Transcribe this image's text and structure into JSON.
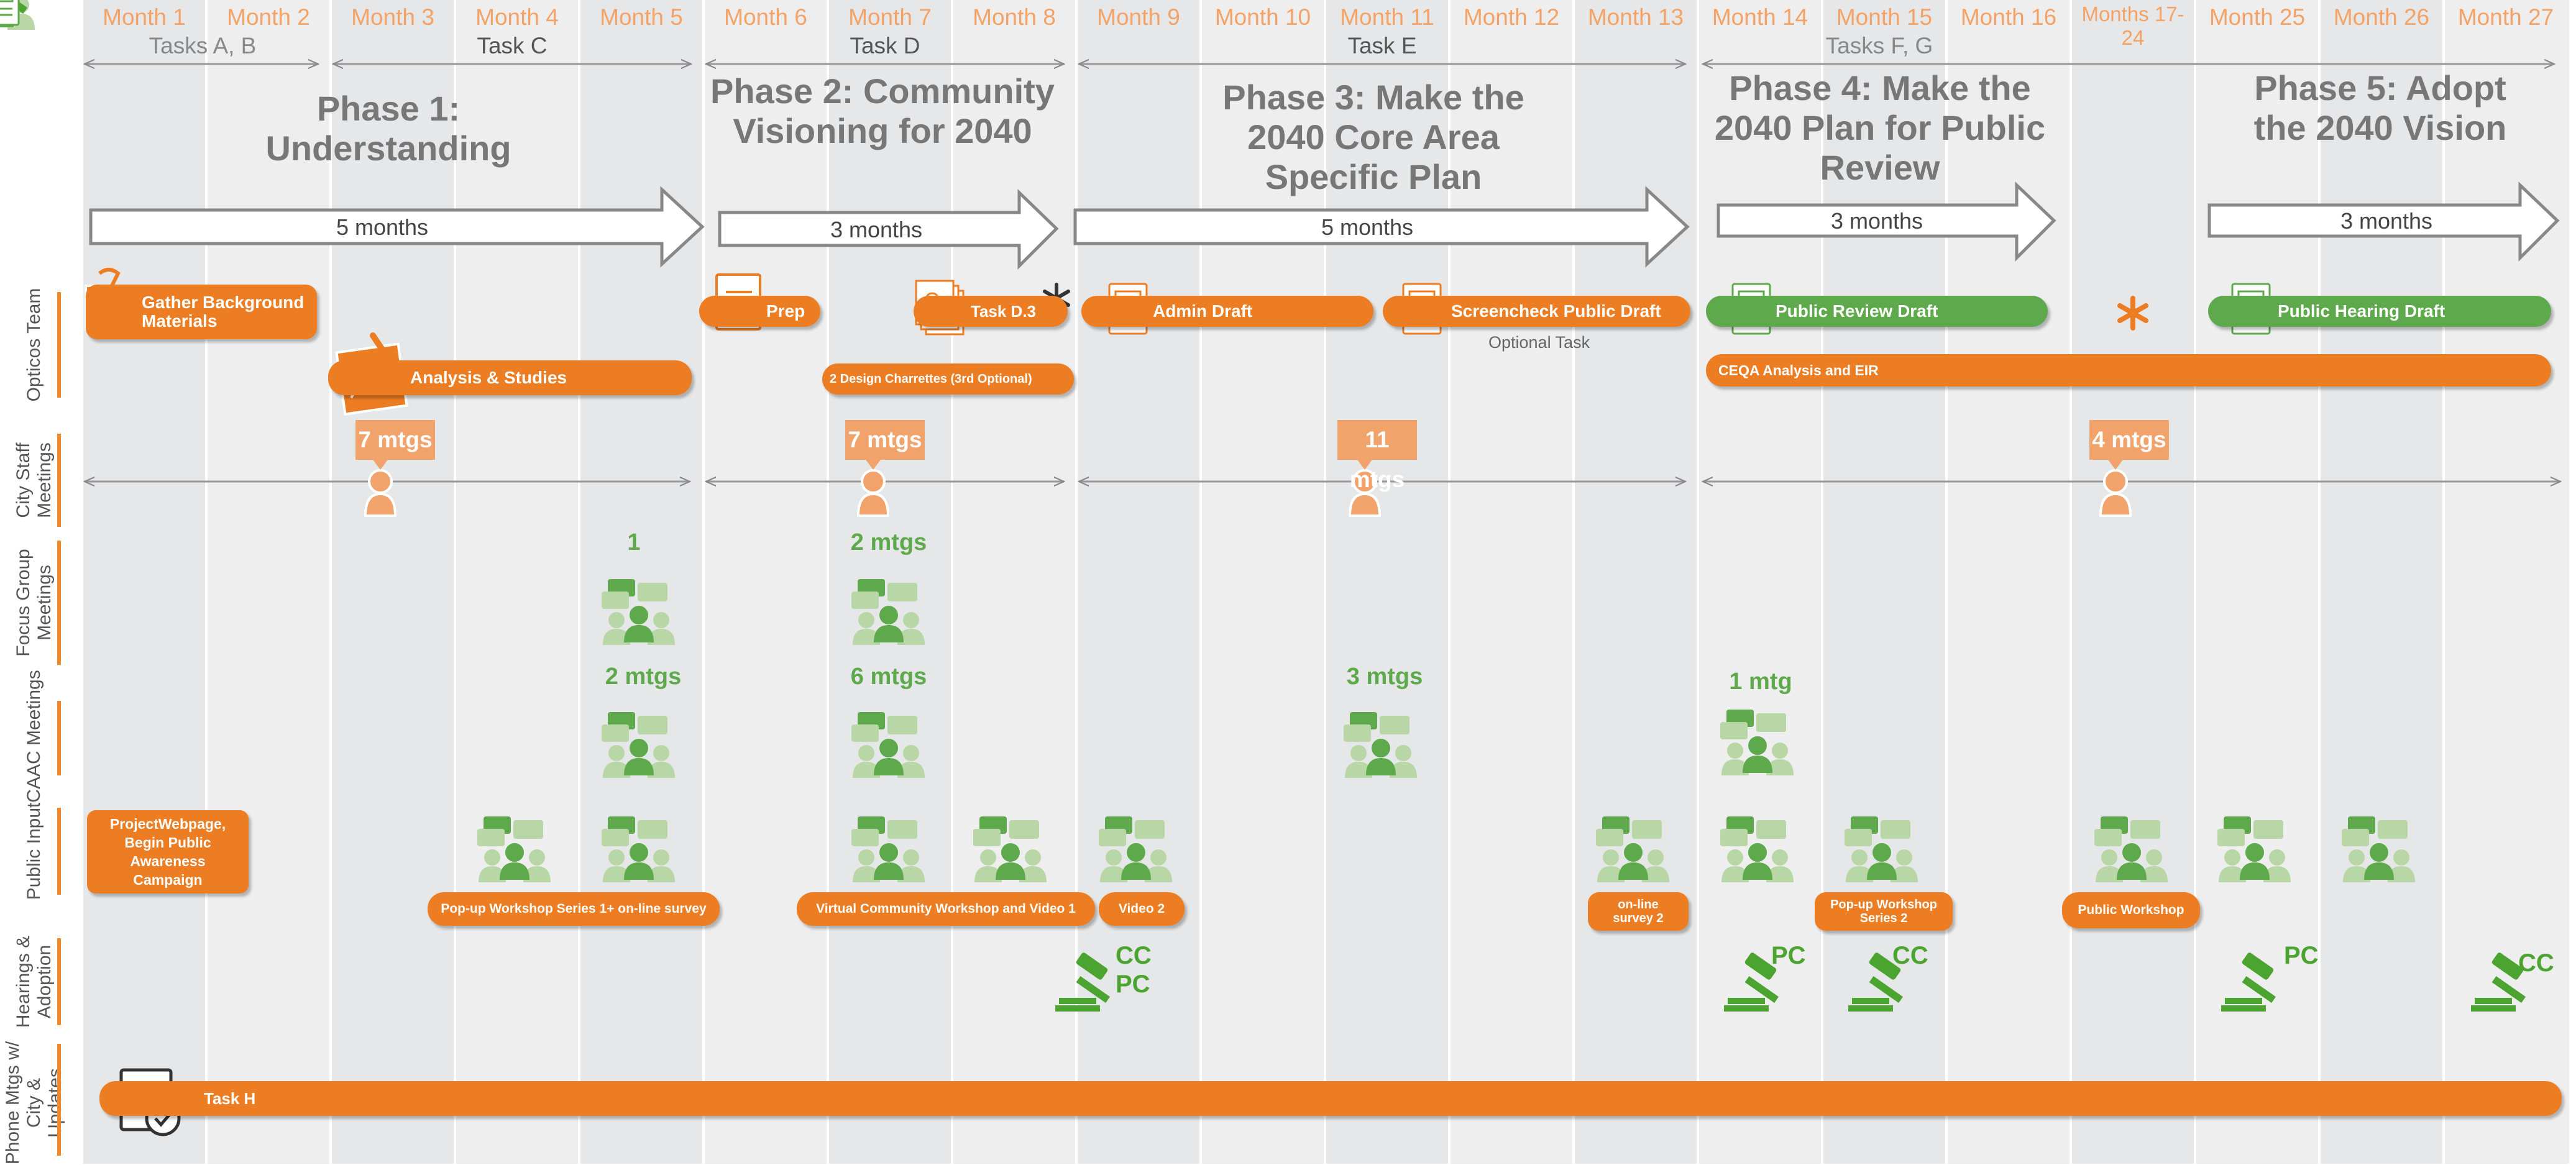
{
  "months": [
    "Month 1",
    "Month 2",
    "Month 3",
    "Month 4",
    "Month 5",
    "Month 6",
    "Month 7",
    "Month 8",
    "Month 9",
    "Month 10",
    "Month 11",
    "Month 12",
    "Month 13",
    "Month 14",
    "Month 15",
    "Month 16",
    "Months 17-24",
    "Month 25",
    "Month 26",
    "Month 27"
  ],
  "tasks": [
    "Tasks A, B",
    "Task C",
    "Task D",
    "Task E",
    "Tasks F, G"
  ],
  "phases": [
    {
      "title": "Phase 1: Understanding",
      "duration": "5 months"
    },
    {
      "title": "Phase 2: Community Visioning for 2040",
      "duration": "3 months"
    },
    {
      "title": "Phase 3: Make the 2040 Core Area Specific Plan",
      "duration": "5 months"
    },
    {
      "title": "Phase 4: Make the 2040 Plan for Public Review",
      "duration": "3 months"
    },
    {
      "title": "Phase 5: Adopt the 2040 Vision",
      "duration": "3 months"
    }
  ],
  "rows": [
    "Opticos Team",
    "City Staff Meetings",
    "Focus Group Meetings",
    "CAAC Meetings",
    "Public Input",
    "Hearings & Adoption",
    "Phone Mtgs w/ City & Updates"
  ],
  "opticos": {
    "gather": "Gather Background Materials",
    "analysis": "Analysis  & Studies",
    "prep": "Prep",
    "task_d3": "Task D.3",
    "charrettes": "2 Design Charrettes (3rd Optional)",
    "admin_draft": "Admin Draft",
    "screencheck": "Screencheck Public Draft",
    "optional_task": "Optional Task",
    "public_review": "Public Review Draft",
    "ceqa": "CEQA Analysis and EIR",
    "public_hearing": "Public Hearing Draft"
  },
  "city_staff": [
    "7 mtgs",
    "7 mtgs",
    "11 mtgs",
    "4 mtgs"
  ],
  "focus_group": [
    "1",
    "2 mtgs"
  ],
  "caac": [
    "2 mtgs",
    "6 mtgs",
    "3 mtgs",
    "1 mtg"
  ],
  "public_input": {
    "webpage": "ProjectWebpage, Begin Public Awareness Campaign",
    "popup1": "Pop-up Workshop Series 1+ on-line survey",
    "virtual": "Virtual Community Workshop and Video 1",
    "video2": "Video 2",
    "survey2": "on-line survey 2",
    "popup2": "Pop-up Workshop Series 2",
    "workshop": "Public Workshop"
  },
  "hearings": [
    "CC",
    "PC",
    "PC",
    "CC",
    "PC",
    "CC"
  ],
  "phone": "Task H",
  "colors": {
    "orange": "#ed7d22",
    "green": "#5ea94b",
    "badge": "#f2a36b",
    "band": "#e6e7e8",
    "month_label": "#f4a265",
    "gray_text": "#777777"
  }
}
